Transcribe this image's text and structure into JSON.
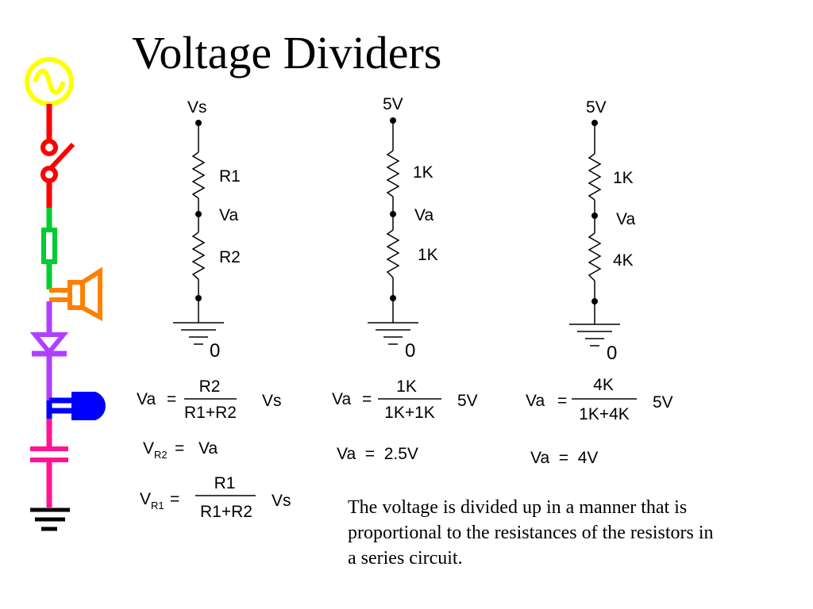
{
  "slide": {
    "title": "Voltage Dividers",
    "caption": "The voltage is divided up in a manner that is proportional to the resistances of the resistors in a series circuit."
  },
  "icons": [
    "ac-source-icon",
    "switch-icon",
    "fuse-icon",
    "speaker-icon",
    "diode-icon",
    "lamp-icon",
    "capacitor-icon",
    "ground-icon"
  ],
  "colors": {
    "source": "#ffff00",
    "switch": "#ff0000",
    "fuse": "#00cc33",
    "speaker": "#ff8000",
    "diode": "#b040ff",
    "lamp": "#0000ff",
    "capacitor": "#ff1493",
    "ground": "#000000"
  },
  "circuits": [
    {
      "top": "Vs",
      "r1": "R1",
      "mid": "Va",
      "r2": "R2",
      "ground": "0",
      "eq": {
        "lhs": "Va",
        "num": "R2",
        "den": "R1+R2",
        "factor": "Vs"
      },
      "eq2": {
        "lhs_main": "V",
        "lhs_sub": "R2",
        "eqsign": "=",
        "rhs": "Va"
      },
      "eq3": {
        "lhs_main": "V",
        "lhs_sub": "R1",
        "eqsign": "=",
        "num": "R1",
        "den": "R1+R2",
        "factor": "Vs"
      }
    },
    {
      "top": "5V",
      "r1": "1K",
      "mid": "Va",
      "r2": "1K",
      "ground": "0",
      "eq": {
        "lhs": "Va",
        "num": "1K",
        "den": "1K+1K",
        "factor": "5V"
      },
      "result": "Va  =  2.5V"
    },
    {
      "top": "5V",
      "r1": "1K",
      "mid": "Va",
      "r2": "4K",
      "ground": "0",
      "eq": {
        "lhs": "Va",
        "num": "4K",
        "den": "1K+4K",
        "factor": "5V"
      },
      "result": "Va  =  4V"
    }
  ]
}
